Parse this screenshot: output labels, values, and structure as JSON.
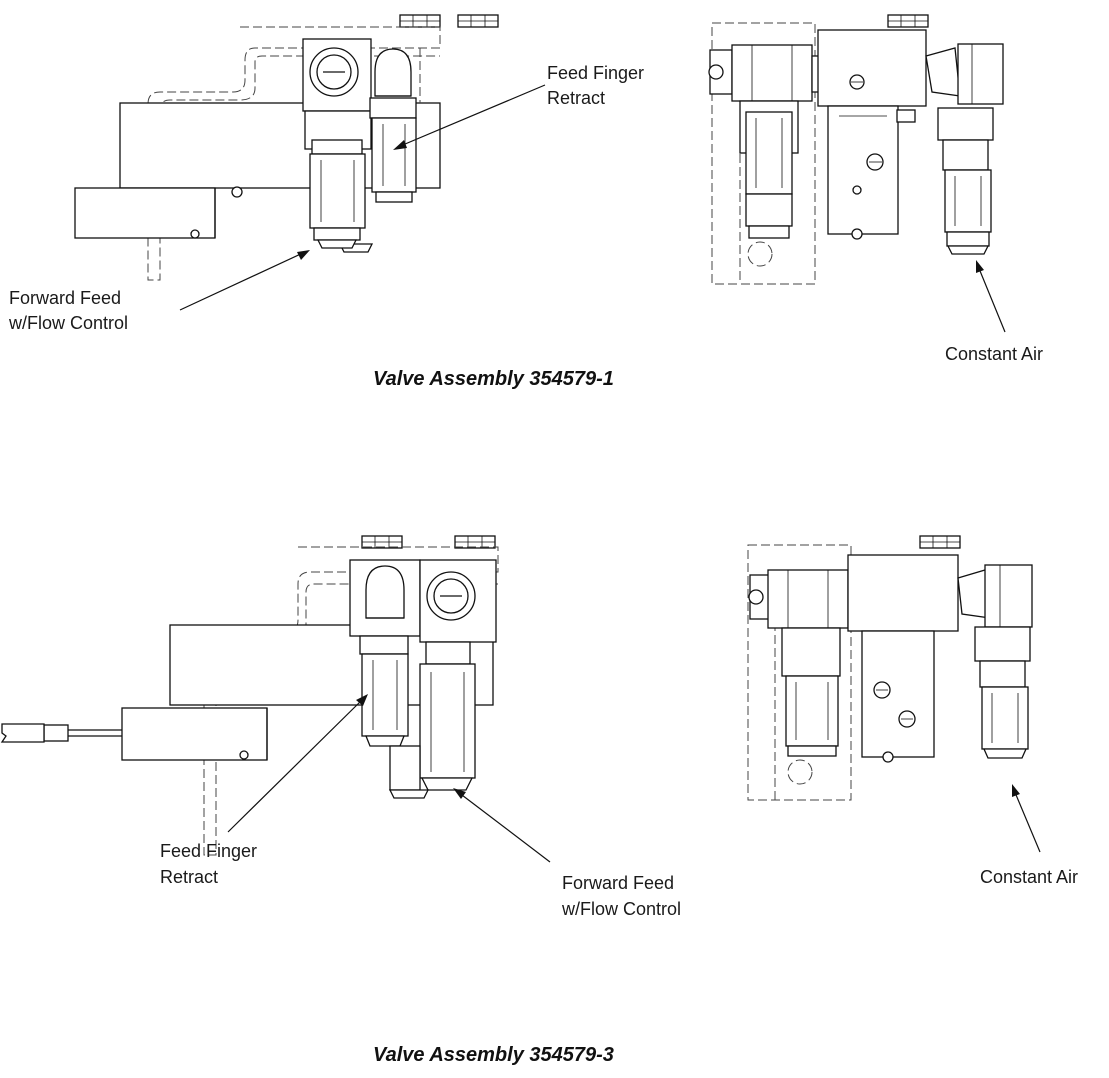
{
  "assembly_1": {
    "caption": "Valve Assembly 354579-1",
    "labels": {
      "feed_finger_line1": "Feed Finger",
      "feed_finger_line2": "Retract",
      "forward_feed_line1": "Forward Feed",
      "forward_feed_line2": "w/Flow Control",
      "constant_air": "Constant Air"
    }
  },
  "assembly_3": {
    "caption": "Valve Assembly 354579-3",
    "labels": {
      "feed_finger_line1": "Feed Finger",
      "feed_finger_line2": "Retract",
      "forward_feed_line1": "Forward Feed",
      "forward_feed_line2": "w/Flow Control",
      "constant_air": "Constant Air"
    }
  }
}
